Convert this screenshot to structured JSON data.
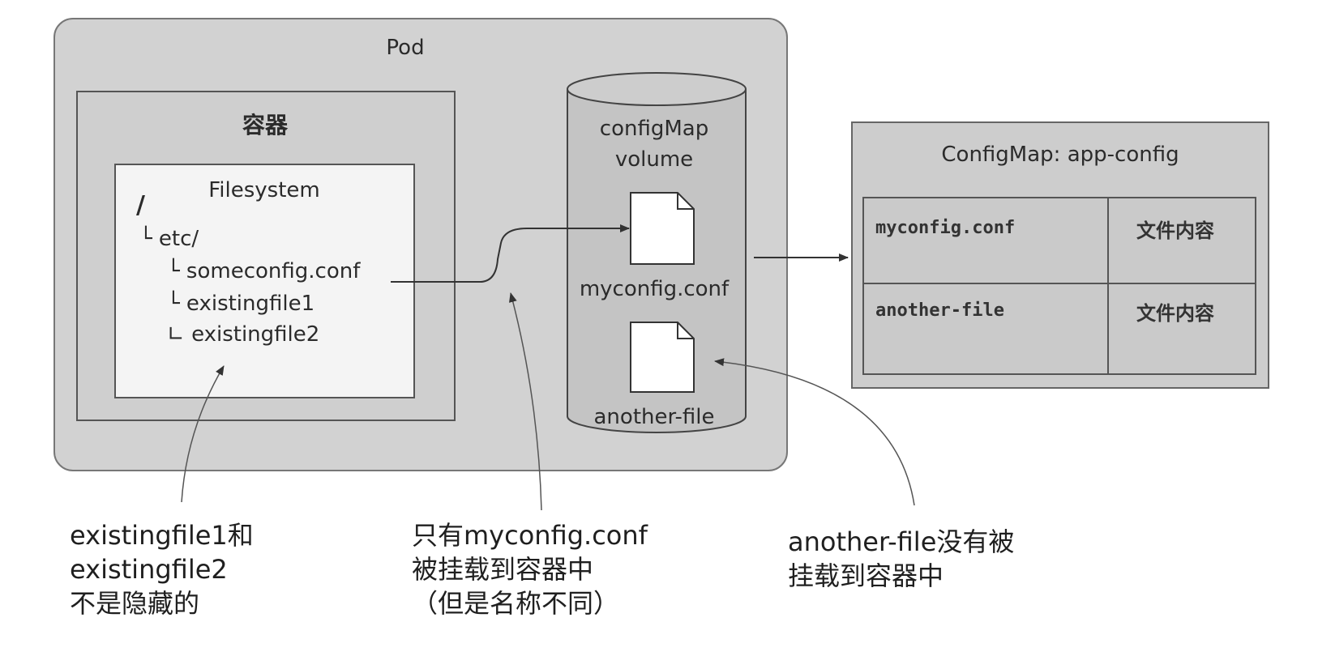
{
  "pod": {
    "label": "Pod"
  },
  "container": {
    "label": "容器"
  },
  "filesystem": {
    "label": "Filesystem",
    "tree": [
      {
        "glyph": "/",
        "name": ""
      },
      {
        "glyph": "└",
        "name": "etc/"
      },
      {
        "glyph": "└",
        "name": "someconfig.conf"
      },
      {
        "glyph": "└",
        "name": "existingfile1"
      },
      {
        "glyph": "∟",
        "name": "existingfile2"
      }
    ]
  },
  "volume": {
    "label_line1": "configMap",
    "label_line2": "volume",
    "files": [
      "myconfig.conf",
      "another-file"
    ]
  },
  "configmap": {
    "title": "ConfigMap: app-config",
    "entries": [
      {
        "key": "myconfig.conf",
        "value": "文件内容"
      },
      {
        "key": "another-file",
        "value": "文件内容"
      }
    ]
  },
  "captions": {
    "left": [
      "existingfile1和",
      "existingfile2",
      "不是隐藏的"
    ],
    "middle": [
      "只有myconfig.conf",
      "被挂载到容器中",
      "（但是名称不同）"
    ],
    "right": [
      "another-file没有被",
      "挂载到容器中"
    ]
  },
  "colors": {
    "pod_bg": "#d2d2d2",
    "container_bg": "#cfcfcf",
    "filesystem_bg": "#f4f4f4",
    "volume_bg": "#c4c4c4",
    "configmap_bg": "#cdcdcd",
    "line": "#333333"
  }
}
